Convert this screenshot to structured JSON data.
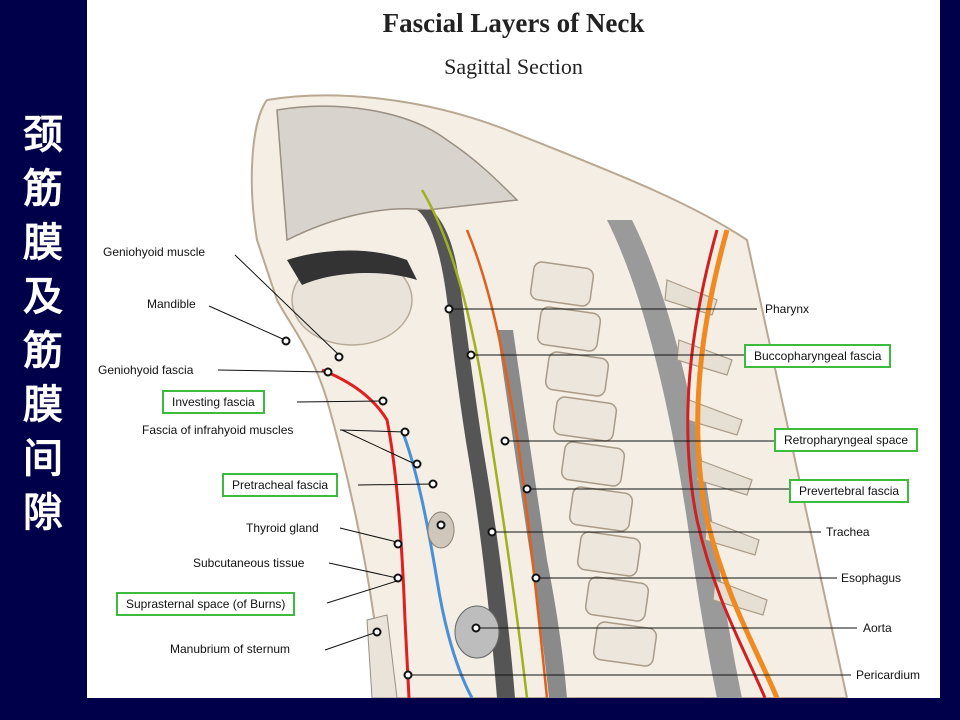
{
  "slide_title_chars": [
    "颈",
    "筋",
    "膜",
    "及",
    "筋",
    "膜",
    "间",
    "隙"
  ],
  "figure": {
    "title": "Fascial Layers of Neck",
    "subtitle": "Sagittal Section"
  },
  "labels_left": {
    "geniohyoid_muscle": "Geniohyoid muscle",
    "mandible": "Mandible",
    "geniohyoid_fascia": "Geniohyoid fascia",
    "investing_fascia": "Investing  fascia",
    "fascia_infrahyoid": "Fascia of infrahyoid muscles",
    "pretracheal_fascia": "Pretracheal fascia",
    "thyroid_gland": "Thyroid gland",
    "subcutaneous_tissue": "Subcutaneous tissue",
    "suprasternal_space": "Suprasternal space (of Burns)",
    "manubrium": "Manubrium of sternum"
  },
  "labels_right": {
    "pharynx": "Pharynx",
    "buccopharyngeal_fascia": "Buccopharyngeal fascia",
    "retropharyngeal_space": "Retropharyngeal space",
    "prevertebral_fascia": "Prevertebral fascia",
    "trachea": "Trachea",
    "esophagus": "Esophagus",
    "aorta": "Aorta",
    "pericardium": "Pericardium"
  },
  "highlighted_labels": [
    "Investing  fascia",
    "Pretracheal fascia",
    "Suprasternal space (of Burns)",
    "Buccopharyngeal fascia",
    "Retropharyngeal space",
    "Prevertebral fascia"
  ],
  "colors": {
    "background": "#00004a",
    "highlight_box": "#3dbb3d",
    "investing_layer": "#e02020",
    "buccopharyngeal_layer": "#a0b020",
    "prevertebral_layer": "#e06020",
    "pretracheal_layer": "#4a90d9"
  }
}
